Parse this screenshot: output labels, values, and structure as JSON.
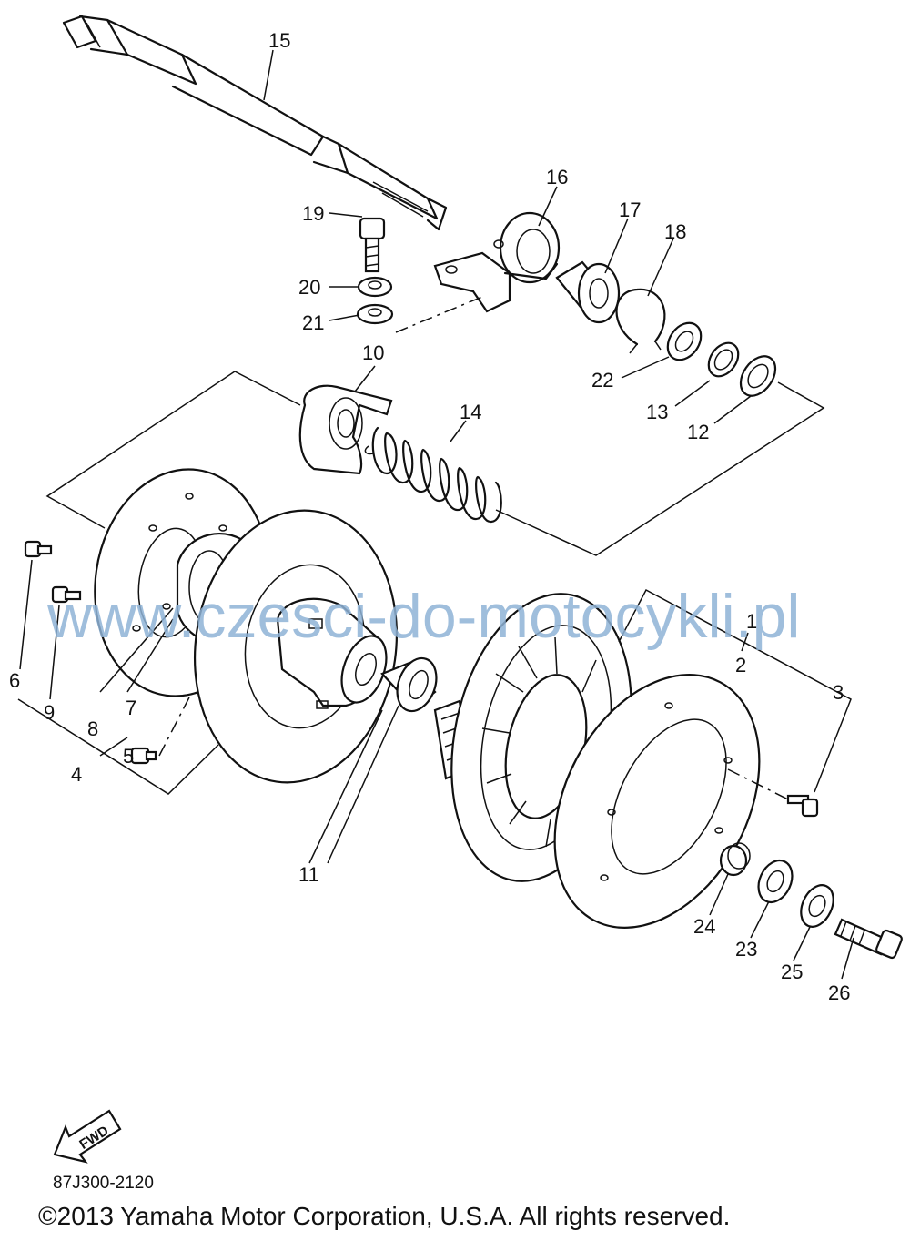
{
  "callouts": [
    "1",
    "2",
    "3",
    "4",
    "5",
    "6",
    "7",
    "8",
    "9",
    "10",
    "11",
    "12",
    "13",
    "14",
    "15",
    "16",
    "17",
    "18",
    "19",
    "20",
    "21",
    "22",
    "23",
    "24",
    "25",
    "26"
  ],
  "watermark": "www.czesci-do-motocykli.pl",
  "fwd_label": "FWD",
  "diagram_code": "87J300-2120",
  "copyright": "©2013 Yamaha Motor Corporation, U.S.A. All rights reserved."
}
